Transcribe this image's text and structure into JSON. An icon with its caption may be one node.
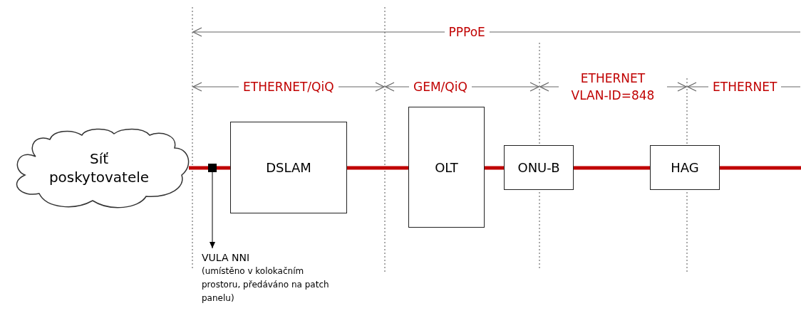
{
  "diagram": {
    "nodes": [
      {
        "text": [
          "Síť poskytovatele"
        ]
      },
      {
        "text": [],
        "shape": "box"
      },
      {
        "text": [
          "DSLAM"
        ]
      },
      {
        "text": [
          "OLT"
        ]
      },
      {
        "text": [
          "ONU-B"
        ]
      },
      {
        "text": [
          "HAG"
        ]
      },
      {
        "text": [
          "VULA NNI",
          "(umístěno v kolokačním prostoru, předáváno na patch panelu)"
        ]
      }
    ],
    "edges": [
      {
        "from": 0,
        "to": 1,
        "arrow": "none"
      },
      {
        "from": 1,
        "to": 2,
        "arrow": "none"
      },
      {
        "from": 2,
        "to": 3,
        "arrow": "none"
      },
      {
        "from": 3,
        "to": 4,
        "arrow": "none"
      },
      {
        "from": 4,
        "to": 5,
        "arrow": "none"
      },
      {
        "from": 5,
        "to": null,
        "arrow": "none"
      },
      {
        "from": 1,
        "to": 6,
        "arrow": "to",
        "color": "#000000"
      }
    ],
    "labels": [
      "PPPoE",
      "ETHERNET/QiQ",
      "GEM/QiQ",
      "ETHERNET VLAN-ID=848",
      "ETHERNET"
    ]
  }
}
